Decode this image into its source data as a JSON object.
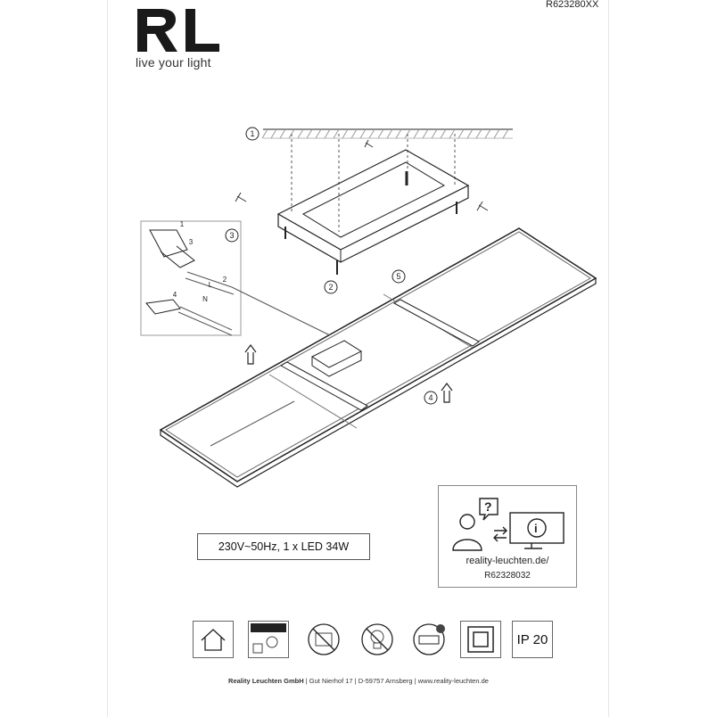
{
  "header": {
    "logo_text": "RL",
    "tagline": "live your light",
    "doc_number": "R623280XX"
  },
  "diagram": {
    "steps": [
      "1",
      "2",
      "3",
      "4",
      "5"
    ],
    "wire_labels": [
      "L",
      "N"
    ],
    "inset_numbers": [
      "1",
      "2",
      "3",
      "4"
    ]
  },
  "spec": {
    "text": "230V~50Hz, 1 x LED 34W"
  },
  "support": {
    "url": "reality-leuchten.de/",
    "code": "R62328032"
  },
  "symbols": {
    "ip_rating": "IP 20",
    "items": [
      "indoor-use-icon",
      "room-lighting-icon",
      "no-wire-cover-icon",
      "no-bulb-replace-icon",
      "driver-replace-icon",
      "protection-class-icon",
      "ip-rating"
    ]
  },
  "footer": {
    "company": "Reality Leuchten GmbH",
    "address": "Gut Nierhof 17",
    "city": "D-59757 Arnsberg",
    "website": "www.reality-leuchten.de"
  }
}
